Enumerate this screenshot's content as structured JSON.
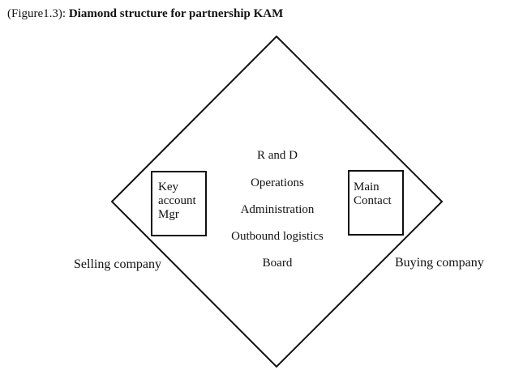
{
  "caption": {
    "prefix": "(Figure1.3):",
    "title": "Diamond structure for partnership KAM"
  },
  "diagram": {
    "stroke_color": "#111111",
    "left_box": {
      "lines": [
        "Key",
        "account",
        "Mgr"
      ]
    },
    "right_box": {
      "lines": [
        "Main",
        "Contact"
      ]
    },
    "functions": [
      "R and D",
      "Operations",
      "Administration",
      "Outbound logistics",
      "Board"
    ],
    "left_label": "Selling company",
    "right_label": "Buying company"
  }
}
